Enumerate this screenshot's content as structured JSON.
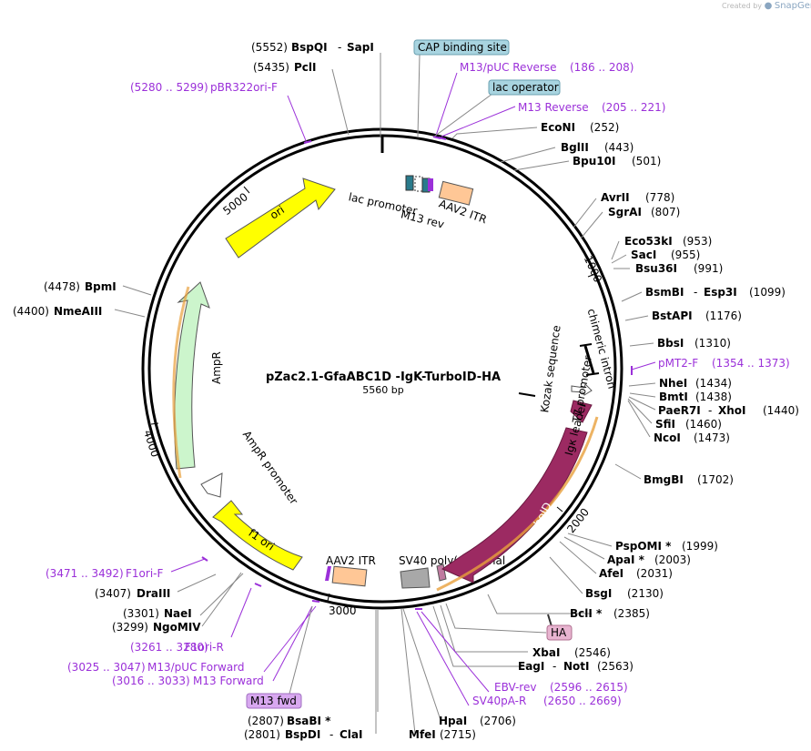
{
  "credit": {
    "prefix": "Created by",
    "brand": "SnapGene"
  },
  "plasmid": {
    "name": "pZac2.1-GfaABC1D -IgK-TurboID-HA",
    "length": "5560 bp"
  },
  "ticks": [
    "1000",
    "2000",
    "3000",
    "4000",
    "5000"
  ],
  "sites": [
    {
      "pos": "(5552)",
      "name": "BspQI",
      "sep": "-",
      "name2": "SapI"
    },
    {
      "pos": "(5435)",
      "name": "PclI"
    },
    {
      "pos": "(252)",
      "name": "EcoNI"
    },
    {
      "pos": "(443)",
      "name": "BglII"
    },
    {
      "pos": "(501)",
      "name": "Bpu10I"
    },
    {
      "pos": "(778)",
      "name": "AvrII"
    },
    {
      "pos": "(807)",
      "name": "SgrAI"
    },
    {
      "pos": "(953)",
      "name": "Eco53kI"
    },
    {
      "pos": "(955)",
      "name": "SacI"
    },
    {
      "pos": "(991)",
      "name": "Bsu36I"
    },
    {
      "pos": "(1099)",
      "name": "BsmBI",
      "sep": "-",
      "name2": "Esp3I"
    },
    {
      "pos": "(1176)",
      "name": "BstAPI"
    },
    {
      "pos": "(1310)",
      "name": "BbsI"
    },
    {
      "pos": "(1434)",
      "name": "NheI"
    },
    {
      "pos": "(1438)",
      "name": "BmtI"
    },
    {
      "pos": "(1440)",
      "name": "PaeR7I",
      "sep": "-",
      "name2": "XhoI"
    },
    {
      "pos": "(1460)",
      "name": "SfiI"
    },
    {
      "pos": "(1473)",
      "name": "NcoI"
    },
    {
      "pos": "(1702)",
      "name": "BmgBI"
    },
    {
      "pos": "(1999)",
      "name": "PspOMI *"
    },
    {
      "pos": "(2003)",
      "name": "ApaI *"
    },
    {
      "pos": "(2031)",
      "name": "AfeI"
    },
    {
      "pos": "(2130)",
      "name": "BsgI"
    },
    {
      "pos": "(2385)",
      "name": "BclI *"
    },
    {
      "pos": "(2546)",
      "name": "XbaI"
    },
    {
      "pos": "(2563)",
      "name": "EagI",
      "sep": "-",
      "name2": "NotI"
    },
    {
      "pos": "(2706)",
      "name": "HpaI"
    },
    {
      "pos": "(2715)",
      "name": "MfeI"
    },
    {
      "pos": "(2807)",
      "name": "BsaBI *"
    },
    {
      "pos": "(2801)",
      "name": "BspDI",
      "sep": "-",
      "name2": "ClaI"
    },
    {
      "pos": "(3301)",
      "name": "NaeI"
    },
    {
      "pos": "(3299)",
      "name": "NgoMIV"
    },
    {
      "pos": "(3407)",
      "name": "DraIII"
    },
    {
      "pos": "(4478)",
      "name": "BpmI"
    },
    {
      "pos": "(4400)",
      "name": "NmeAIII"
    }
  ],
  "primers": [
    {
      "name": "M13/pUC Reverse",
      "pos": "(186 .. 208)"
    },
    {
      "name": "M13 Reverse",
      "pos": "(205 .. 221)"
    },
    {
      "name": "pMT2-F",
      "pos": "(1354 .. 1373)"
    },
    {
      "name": "EBV-rev",
      "pos": "(2596 .. 2615)"
    },
    {
      "name": "SV40pA-R",
      "pos": "(2650 .. 2669)"
    },
    {
      "name": "F1ori-R",
      "pos": "(3261 .. 3280)"
    },
    {
      "name": "M13/pUC Forward",
      "pos": "(3025 .. 3047)"
    },
    {
      "name": "M13 Forward",
      "pos": "(3016 .. 3033)"
    },
    {
      "name": "F1ori-F",
      "pos": "(3471 .. 3492)"
    },
    {
      "name": "pBR322ori-F",
      "pos": "(5280 .. 5299)"
    }
  ],
  "boxed_labels": [
    "CAP binding site",
    "lac operator",
    "HA",
    "M13 fwd"
  ],
  "features": {
    "lac_promoter": "lac promoter",
    "m13_rev": "M13 rev",
    "aav2_itr_top": "AAV2 ITR",
    "ori": "ori",
    "chimeric_intron": "chimeric intron",
    "t7_promoter": "T7 promoter",
    "kozak": "Kozak sequence",
    "igk_leader": "Igκ leader",
    "turboid": "TurboID",
    "sv40_polya": "SV40 poly(A) signal",
    "aav2_itr_bottom": "AAV2 ITR",
    "f1_ori": "f1 ori",
    "ampr_promoter": "AmpR promoter",
    "ampr": "AmpR"
  },
  "colors": {
    "backbone": "#000000",
    "primer": "#9b30d9",
    "ori": "#ffff00",
    "ampr": "#ccf5cc",
    "turboid": "#9c2a62",
    "itr": "#ffc796",
    "polya": "#a8a8a8",
    "cap_box": "#a8d4e0",
    "ha_box": "#e8b4d0",
    "m13fwd_box": "#d8a8f0",
    "orf_outline": "#e8a03c"
  }
}
